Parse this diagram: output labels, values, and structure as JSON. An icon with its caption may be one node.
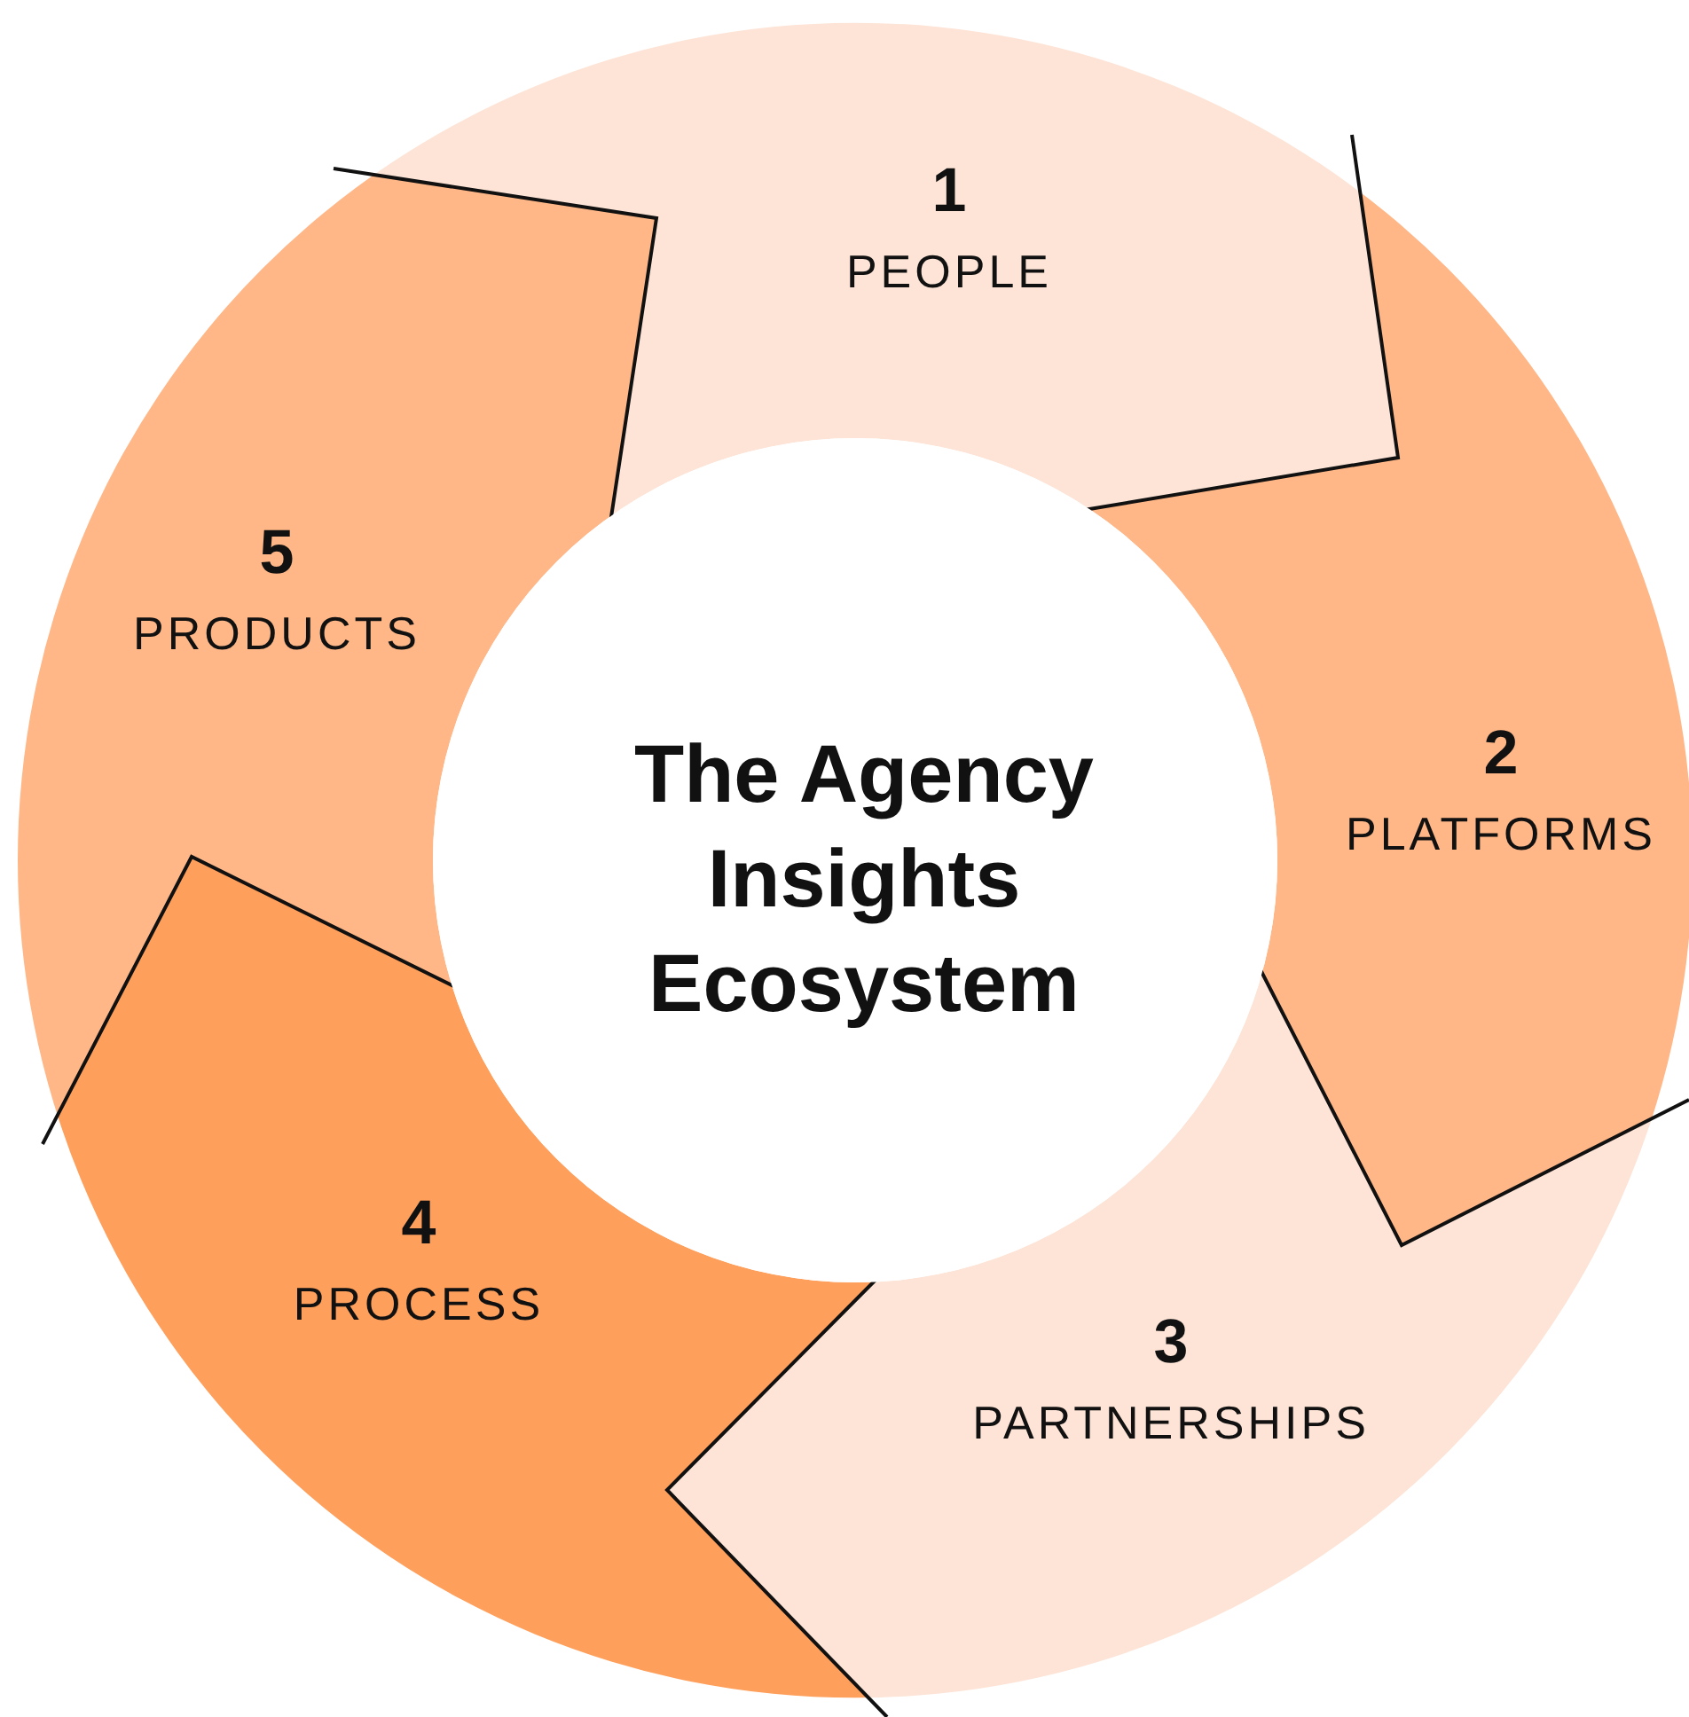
{
  "diagram": {
    "nodes": [
      {
        "text": [
          "The Agency Insights Ecosystem"
        ]
      },
      {
        "text": [
          "1",
          "PEOPLE"
        ]
      },
      {
        "text": [
          "2",
          "PLATFORMS"
        ]
      },
      {
        "text": [
          "3",
          "PARTNERSHIPS"
        ]
      },
      {
        "text": [
          "4",
          "PROCESS"
        ]
      },
      {
        "text": [
          "5",
          "PRODUCTS"
        ]
      }
    ]
  }
}
